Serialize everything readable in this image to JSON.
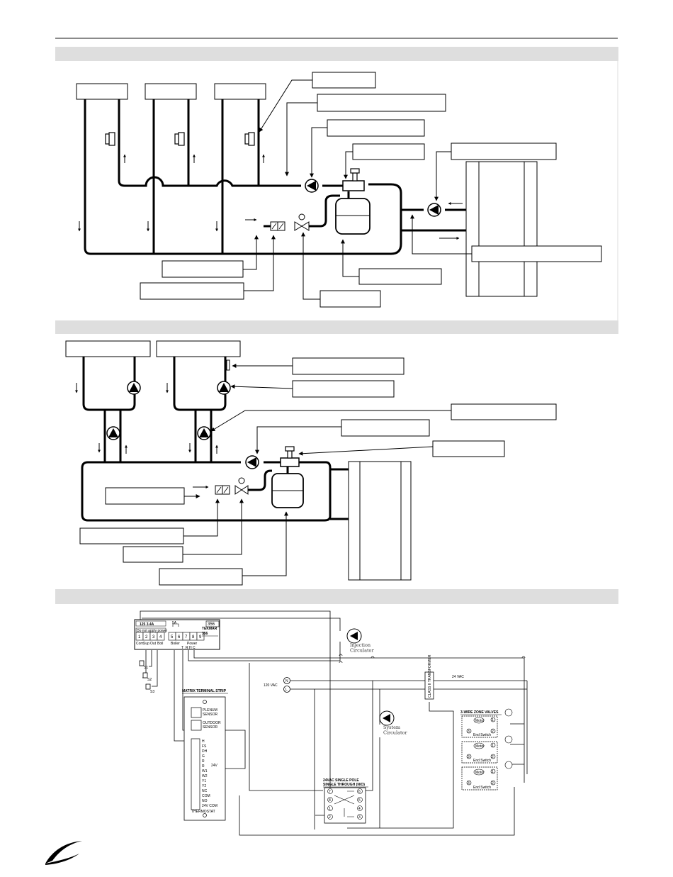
{
  "wiring": {
    "control": {
      "fuse": "125 3.4A",
      "model_number": "356",
      "brand": "TEKMAR",
      "brand_model": "356",
      "warning": "Do not apply power",
      "terminals": [
        "1",
        "2",
        "3",
        "4",
        "5",
        "6",
        "7",
        "8",
        "9"
      ],
      "terminal_names": [
        "Com",
        "Sup",
        "Out",
        "Boil"
      ],
      "boiler_label": "Boiler",
      "power_label": "Power",
      "small_t": "T",
      "power_terms": "R  H  C",
      "fuse2": "5A"
    },
    "sensors": [
      "S1",
      "S2",
      "S3"
    ],
    "injection_circulator": "Injection\nCirculator",
    "system_circulator": "System\nCirculator",
    "vac120": "120 VAC",
    "vac24": "24 VAC",
    "n_label": "N",
    "l_label": "L",
    "transformer": "CLASS II TRANSFORMER",
    "matrix_title": "MATRIX TERMINAL STRIP",
    "plenum_sensor": "PLENUM\nSENSOR",
    "outdoor_sensor": "OUTDOOR\nSENSOR",
    "matrix_terminals": [
      "H",
      "FS",
      "DH",
      "G",
      "R",
      "R",
      "W1",
      "W2",
      "Y1",
      "Y2",
      "NC",
      "COM",
      "NO",
      "24V COM"
    ],
    "matrix_24v": "24V",
    "thermostat": "THERMOSTAT",
    "relay_title": "24VAC SINGLE POLE\nSINGLE THROUGH (N/O)",
    "relay_pins": [
      "7",
      "6",
      "8",
      "5",
      "1",
      "4",
      "2",
      "3"
    ],
    "zone_valves_title": "3-WIRE ZONE VALVES",
    "valve_motor": "Motor",
    "end_switch": "End Switch",
    "valve_pins": [
      "1",
      "2",
      "3"
    ]
  }
}
